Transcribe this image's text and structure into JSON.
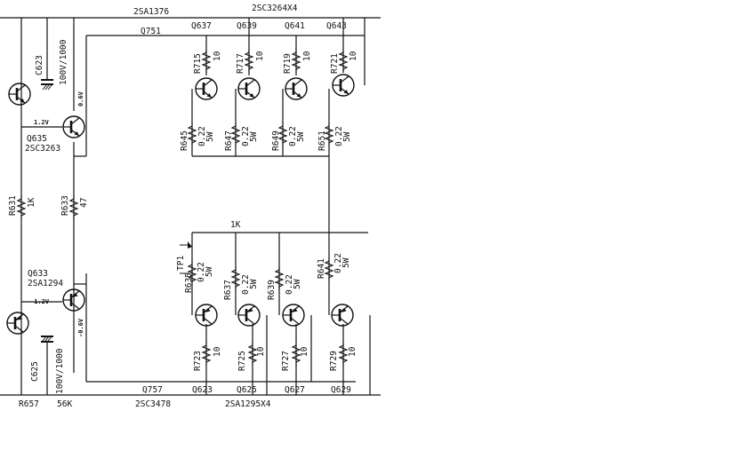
{
  "labels": {
    "top_driver": "2SA1376",
    "top_outputs": "2SC3264X4",
    "q751": "Q751",
    "q637": "Q637",
    "q639": "Q639",
    "q641": "Q641",
    "q643": "Q643",
    "r715": "R715",
    "r717": "R717",
    "r719": "R719",
    "r721": "R721",
    "ten": "10",
    "r645": "R645",
    "r647": "R647",
    "r649": "R649",
    "r651": "R651",
    "r_022": "0.22",
    "r_5w": "5W",
    "c623": "C623",
    "c623_val": "100V/1000",
    "v_1_2": "1.2V",
    "v_0_6": "0.6V",
    "q635": "Q635",
    "q635_part": "2SC3263",
    "r631": "R631",
    "r631_val": "1K",
    "r633": "R633",
    "r633_val": "47",
    "onek": "1K",
    "tp1": "TP1",
    "r635": "R635",
    "r637": "R637",
    "r639": "R639",
    "r641": "R641",
    "q633": "Q633",
    "q633_part": "2SA1294",
    "v_n1_2": "-1.2V",
    "v_n0_6": "-0.6V",
    "c625": "C625",
    "c625_val": "100V/1000",
    "r723": "R723",
    "r725": "R725",
    "r727": "R727",
    "r729": "R729",
    "q757": "Q757",
    "q623": "Q623",
    "q625": "Q625",
    "q627": "Q627",
    "q629": "Q629",
    "r657": "R657",
    "k56": "56K",
    "bottom_driver": "2SC3478",
    "bottom_outputs": "2SA1295X4"
  }
}
